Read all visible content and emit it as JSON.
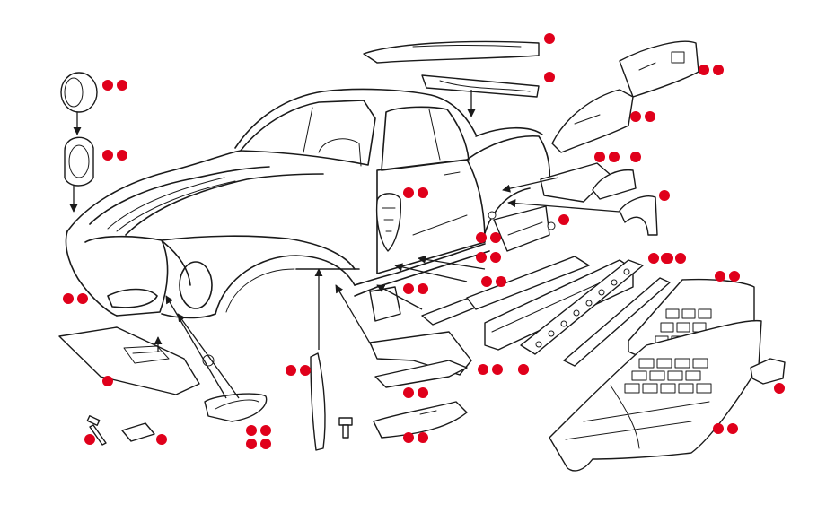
{
  "colors": {
    "line": "#1a1a1a",
    "background": "#ffffff",
    "marker": "#e0001b"
  },
  "markers": [
    {
      "count": 1
    },
    {
      "count": 2
    },
    {
      "count": 1
    },
    {
      "count": 2
    },
    {
      "count": 2
    },
    {
      "count": 2
    },
    {
      "count": 2
    },
    {
      "count": 1
    },
    {
      "count": 2
    },
    {
      "count": 1
    },
    {
      "count": 2
    },
    {
      "count": 2
    },
    {
      "count": 2
    },
    {
      "count": 2
    },
    {
      "count": 2
    },
    {
      "count": 2
    },
    {
      "count": 2
    },
    {
      "count": 1
    },
    {
      "count": 1
    },
    {
      "count": 1
    },
    {
      "count": 2
    },
    {
      "count": 2
    },
    {
      "count": 2
    },
    {
      "count": 1
    },
    {
      "count": 2
    },
    {
      "count": 2
    },
    {
      "count": 2
    },
    {
      "count": 2
    },
    {
      "count": 1
    },
    {
      "count": 1
    },
    {
      "count": 2
    },
    {
      "count": 1
    }
  ]
}
